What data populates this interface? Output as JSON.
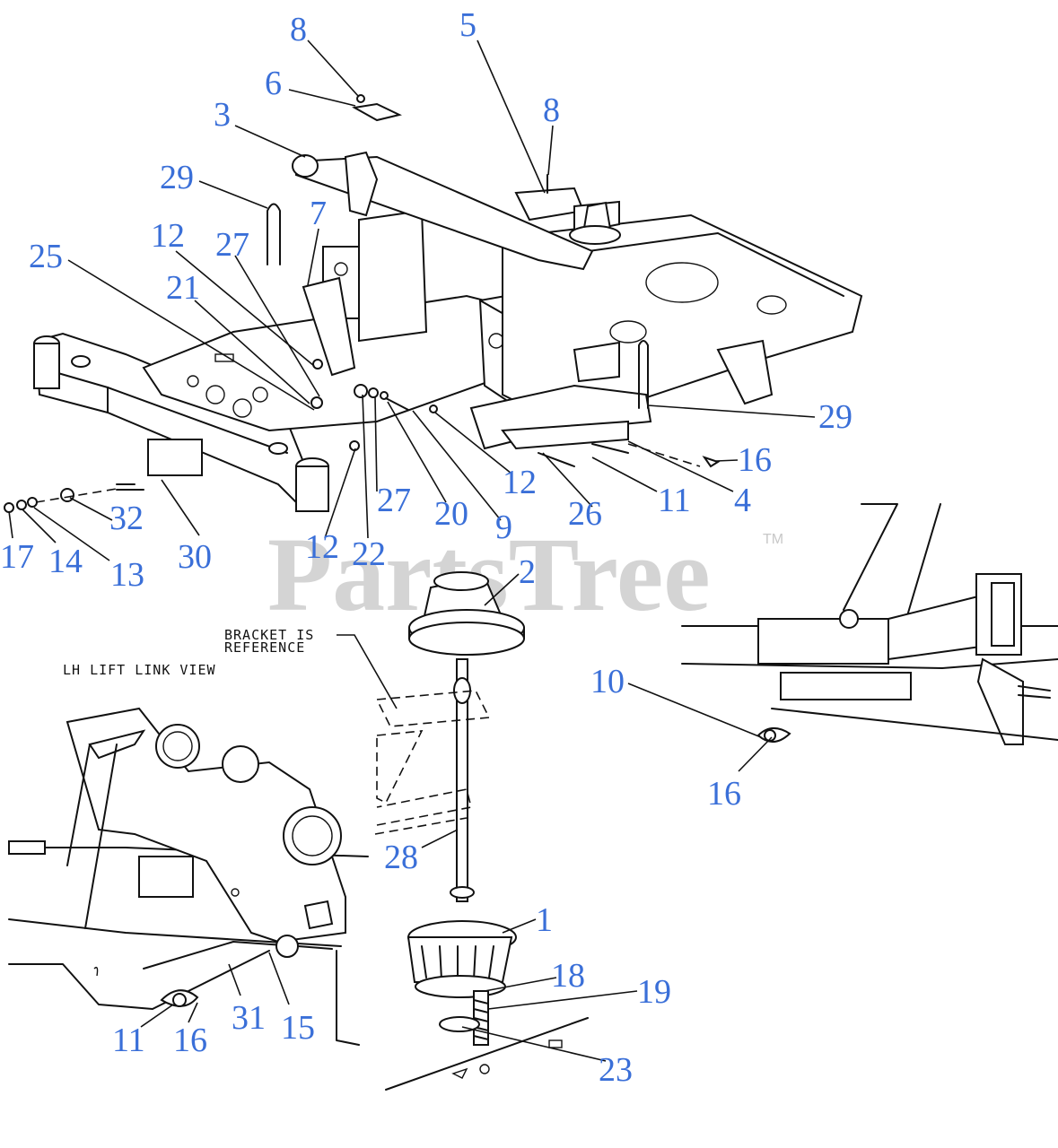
{
  "watermark": {
    "text": "PartsTree",
    "trademark": "TM"
  },
  "notes": {
    "bracket_line1": "BRACKET IS",
    "bracket_line2": "REFERENCE",
    "lh_view": "LH LIFT LINK VIEW"
  },
  "callouts": {
    "c8a": "8",
    "c6": "6",
    "c5": "5",
    "c8b": "8",
    "c3": "3",
    "c29a": "29",
    "c7": "7",
    "c12a": "12",
    "c27a": "27",
    "c25": "25",
    "c21": "21",
    "c29b": "29",
    "c16a": "16",
    "c12b": "12",
    "c11a": "11",
    "c4": "4",
    "c27b": "27",
    "c20": "20",
    "c9": "9",
    "c26": "26",
    "c32": "32",
    "c30": "30",
    "c12c": "12",
    "c22": "22",
    "c17": "17",
    "c14": "14",
    "c13": "13",
    "c2": "2",
    "c10": "10",
    "c16b": "16",
    "c28": "28",
    "c1": "1",
    "c18": "18",
    "c19": "19",
    "c23": "23",
    "c31": "31",
    "c15": "15",
    "c11b": "11",
    "c16c": "16"
  },
  "colors": {
    "callout": "#3a6fd8",
    "line": "#111111",
    "watermark": "#d4d4d4"
  }
}
